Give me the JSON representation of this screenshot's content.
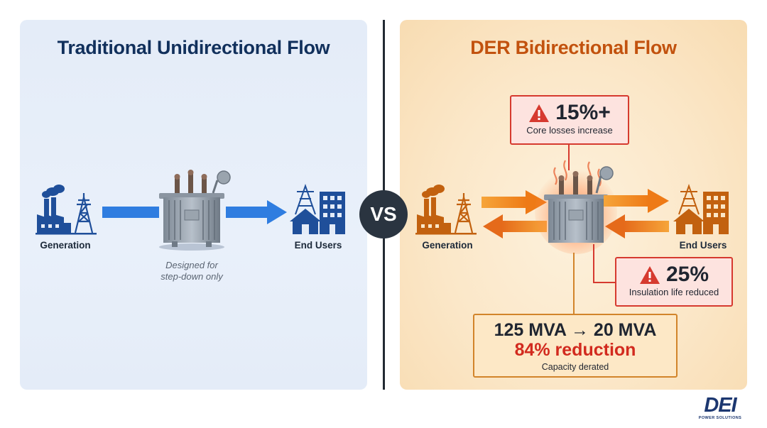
{
  "left": {
    "title": "Traditional Unidirectional Flow",
    "generation_label": "Generation",
    "end_users_label": "End Users",
    "note_line1": "Designed for",
    "note_line2": "step-down only"
  },
  "vs_label": "VS",
  "right": {
    "title": "DER Bidirectional Flow",
    "generation_label": "Generation",
    "end_users_label": "End Users",
    "core_callout": {
      "value": "15%+",
      "text": "Core losses increase"
    },
    "insulation_callout": {
      "value": "25%",
      "text": "Insulation life reduced"
    },
    "capacity_callout": {
      "line1": "125 MVA → 20 MVA",
      "line2": "84% reduction",
      "line3": "Capacity derated"
    }
  },
  "logo": {
    "mark": "DEI",
    "tagline": "POWER SOLUTIONS"
  },
  "colors": {
    "left_icon": "#1f4f9a",
    "left_arrow": "#2f7de0",
    "right_icon": "#c2610f",
    "right_arrow": "#f08a1d",
    "alert_red": "#d63a2f",
    "capacity_border": "#d2842a"
  },
  "icons": [
    "power-plant-icon",
    "transmission-tower-icon",
    "transformer-icon",
    "house-icon",
    "building-icon",
    "warning-icon"
  ]
}
